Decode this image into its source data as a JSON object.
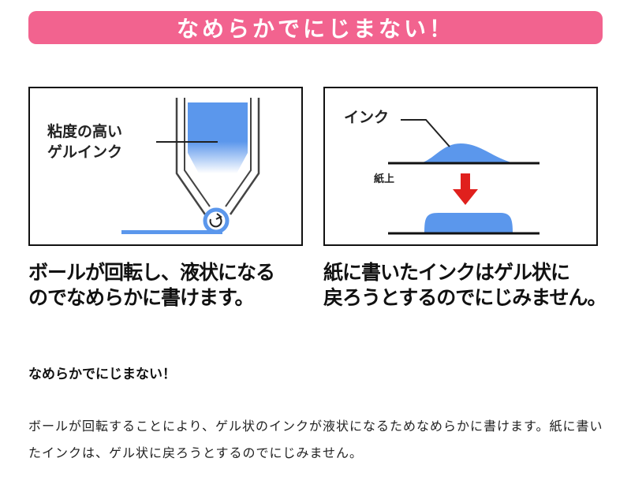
{
  "banner": {
    "title": "なめらかでにじまない！"
  },
  "left_panel": {
    "label_line1": "粘度の高い",
    "label_line2": "ゲルインク",
    "caption_line1": "ボールが回転し、液状になる",
    "caption_line2": "のでなめらかに書けます。"
  },
  "right_panel": {
    "ink_label": "インク",
    "paper_label": "紙上",
    "caption_line1": "紙に書いたインクはゲル状に",
    "caption_line2": "戻ろうとするのでにじみません。"
  },
  "section": {
    "heading": "なめらかでにじまない！",
    "body": "ボールが回転することにより、ゲル状のインクが液状になるためなめらかに書けます。紙に書いたインクは、ゲル状に戻ろうとするのでにじみません。"
  },
  "colors": {
    "banner": "#f2638f",
    "ink_blue": "#5b97ec",
    "arrow_red": "#e0201d"
  }
}
